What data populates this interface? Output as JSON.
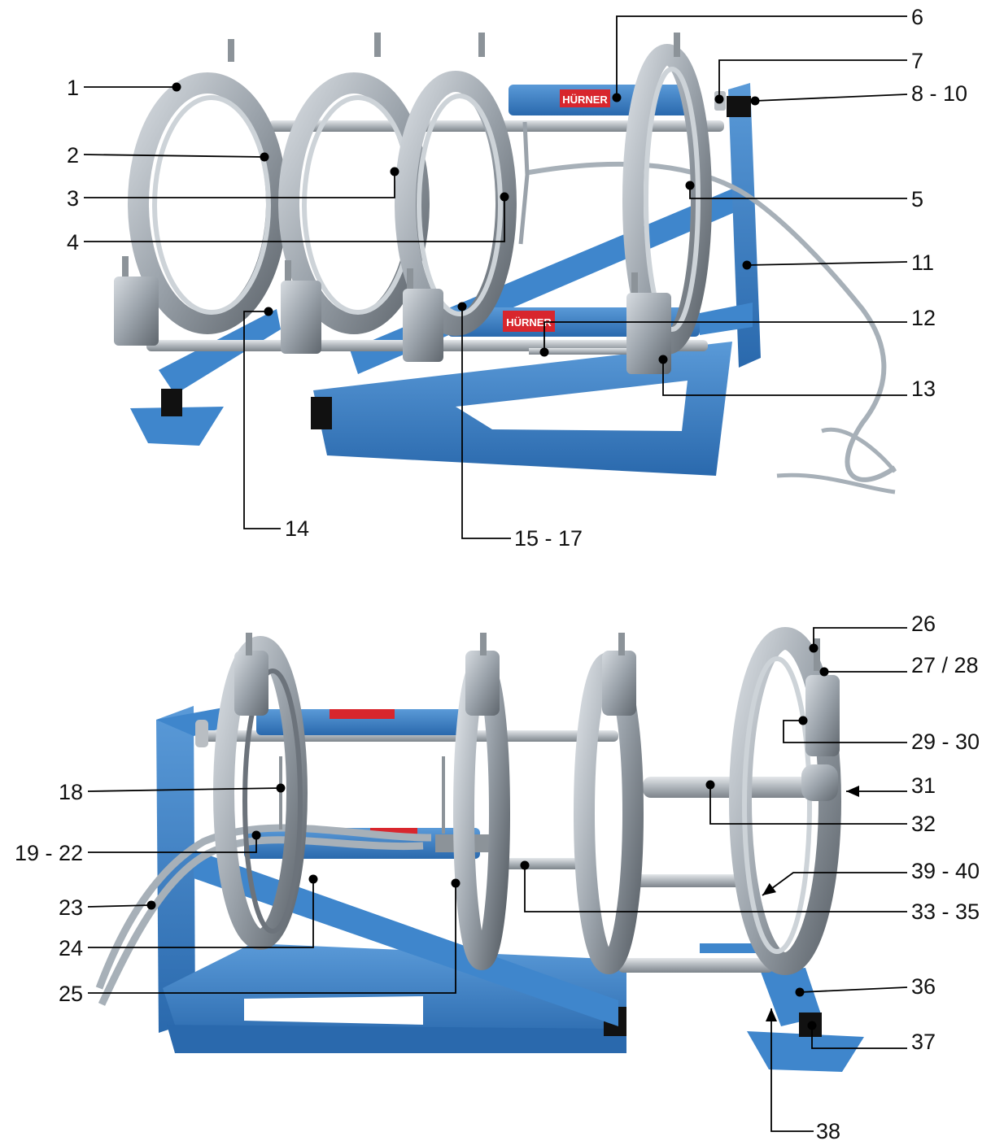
{
  "colors": {
    "frame_blue": "#3f86cc",
    "frame_blue_dark": "#2a69ad",
    "clamp_silver": "#9aa2aa",
    "clamp_silver_dark": "#6c737b",
    "clamp_silver_light": "#cdd3d8",
    "rod_steel": "#b9bec3",
    "hose_grey": "#a7b0b8",
    "badge_red": "#d8262d",
    "leader_black": "#000000"
  },
  "figure_top": {
    "badge_text_1": "HÜRNER",
    "badge_text_2": "HÜRNER"
  },
  "callouts": [
    {
      "id": "c1",
      "label": "1"
    },
    {
      "id": "c2",
      "label": "2"
    },
    {
      "id": "c3",
      "label": "3"
    },
    {
      "id": "c4",
      "label": "4"
    },
    {
      "id": "c5",
      "label": "5"
    },
    {
      "id": "c6",
      "label": "6"
    },
    {
      "id": "c7",
      "label": "7"
    },
    {
      "id": "c8",
      "label": "8 - 10"
    },
    {
      "id": "c11",
      "label": "11"
    },
    {
      "id": "c12",
      "label": "12"
    },
    {
      "id": "c13",
      "label": "13"
    },
    {
      "id": "c14",
      "label": "14"
    },
    {
      "id": "c15",
      "label": "15 - 17"
    },
    {
      "id": "c18",
      "label": "18"
    },
    {
      "id": "c19",
      "label": "19 - 22"
    },
    {
      "id": "c23",
      "label": "23"
    },
    {
      "id": "c24",
      "label": "24"
    },
    {
      "id": "c25",
      "label": "25"
    },
    {
      "id": "c26",
      "label": "26"
    },
    {
      "id": "c27",
      "label": "27 / 28"
    },
    {
      "id": "c29",
      "label": "29 - 30"
    },
    {
      "id": "c31",
      "label": "31"
    },
    {
      "id": "c32",
      "label": "32"
    },
    {
      "id": "c39",
      "label": "39 - 40"
    },
    {
      "id": "c33",
      "label": "33 - 35"
    },
    {
      "id": "c36",
      "label": "36"
    },
    {
      "id": "c37",
      "label": "37"
    },
    {
      "id": "c38",
      "label": "38"
    }
  ]
}
